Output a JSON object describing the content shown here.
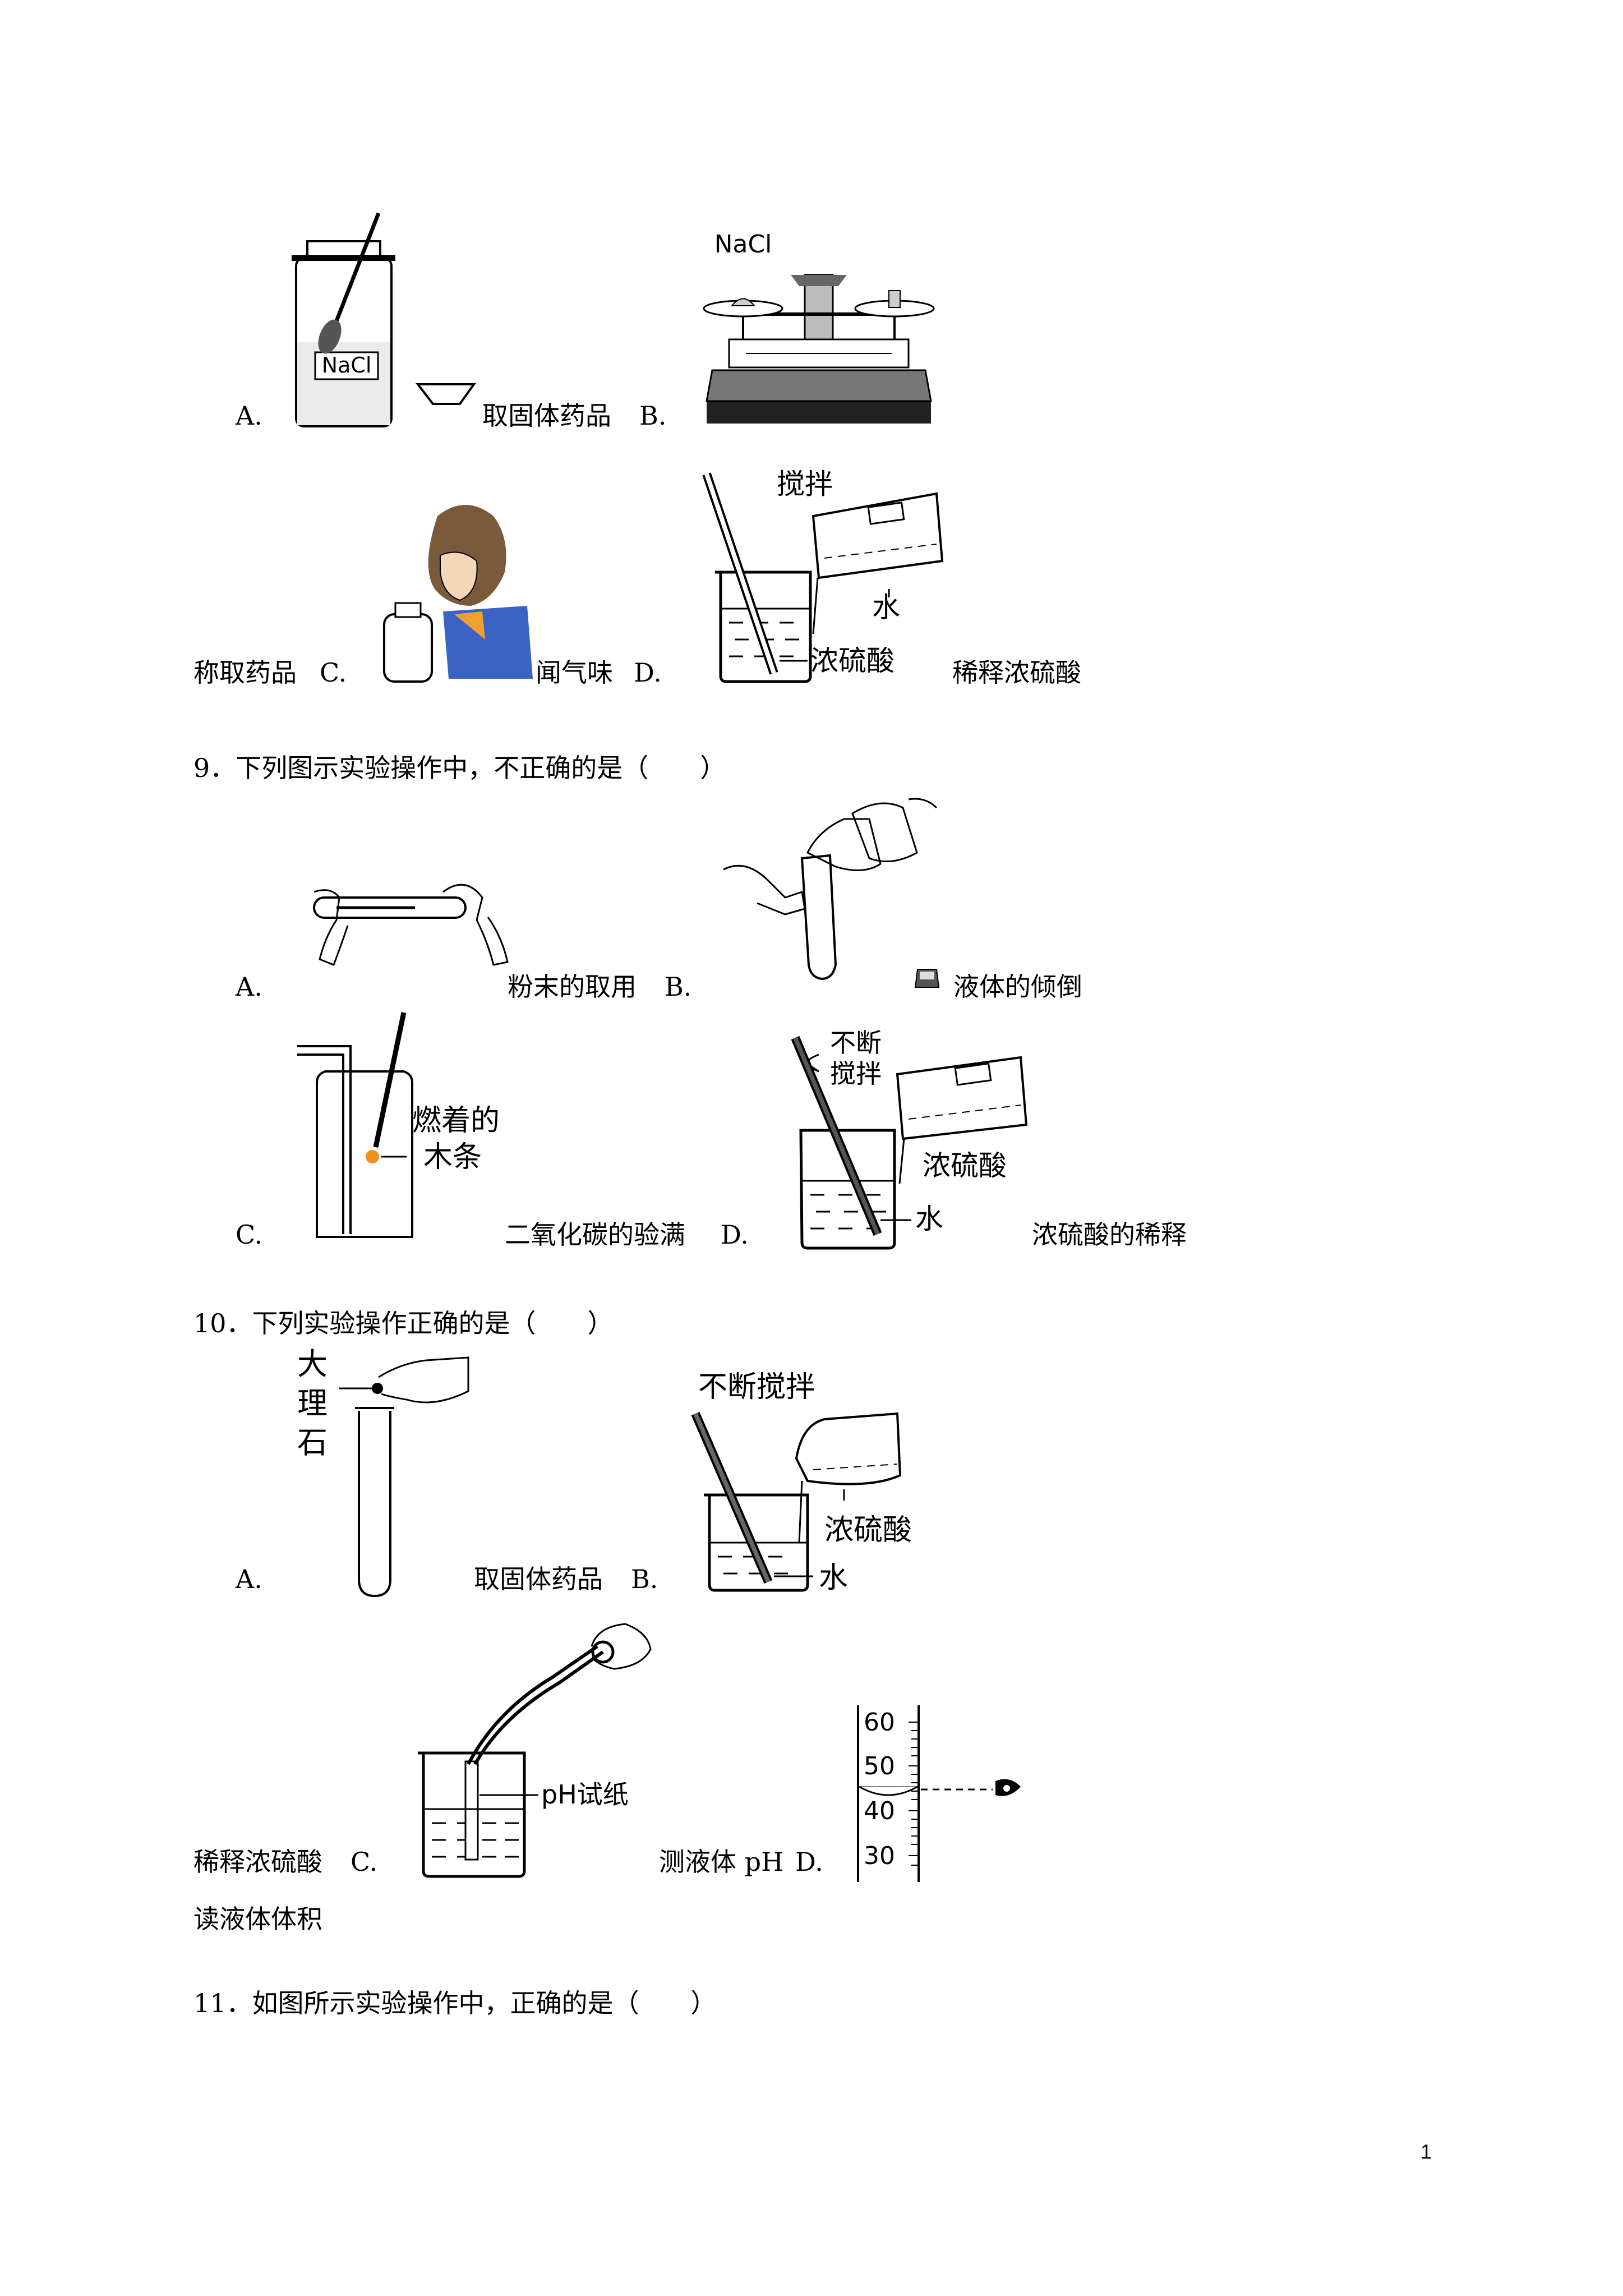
{
  "q8": {
    "a_letter": "A.",
    "a_caption": "取固体药品",
    "b_letter": "B.",
    "b_caption": "称取药品",
    "c_letter": "C.",
    "c_caption": "闻气味",
    "d_letter": "D.",
    "d_caption": "稀释浓硫酸",
    "fig_a_label": "NaCl",
    "fig_b_label": "NaCl",
    "fig_d_stir": "搅拌",
    "fig_d_water": "水",
    "fig_d_acid": "浓硫酸"
  },
  "q9": {
    "question": "9．下列图示实验操作中，不正确的是（　　）",
    "a_letter": "A.",
    "a_caption": "粉末的取用",
    "b_letter": "B.",
    "b_caption": "液体的倾倒",
    "c_letter": "C.",
    "c_caption": "二氧化碳的验满",
    "d_letter": "D.",
    "d_caption": "浓硫酸的稀释",
    "fig_c_label1": "燃着的",
    "fig_c_label2": "木条",
    "fig_d_stir1": "不断",
    "fig_d_stir2": "搅拌",
    "fig_d_acid": "浓硫酸",
    "fig_d_water": "水"
  },
  "q10": {
    "question": "10．下列实验操作正确的是（　　）",
    "a_letter": "A.",
    "a_caption": "取固体药品",
    "b_letter": "B.",
    "b_caption": "稀释浓硫酸",
    "c_letter": "C.",
    "c_caption": "测液体 pH",
    "d_letter": "D.",
    "d_caption": "读液体体积",
    "fig_a_c1": "大",
    "fig_a_c2": "理",
    "fig_a_c3": "石",
    "fig_b_stir": "不断搅拌",
    "fig_b_acid": "浓硫酸",
    "fig_b_water": "水",
    "fig_c_label": "pH试纸",
    "fig_d_ticks": [
      "60",
      "50",
      "40",
      "30"
    ]
  },
  "q11": {
    "question": "11．如图所示实验操作中，正确的是（　　）"
  },
  "page_number": "1"
}
